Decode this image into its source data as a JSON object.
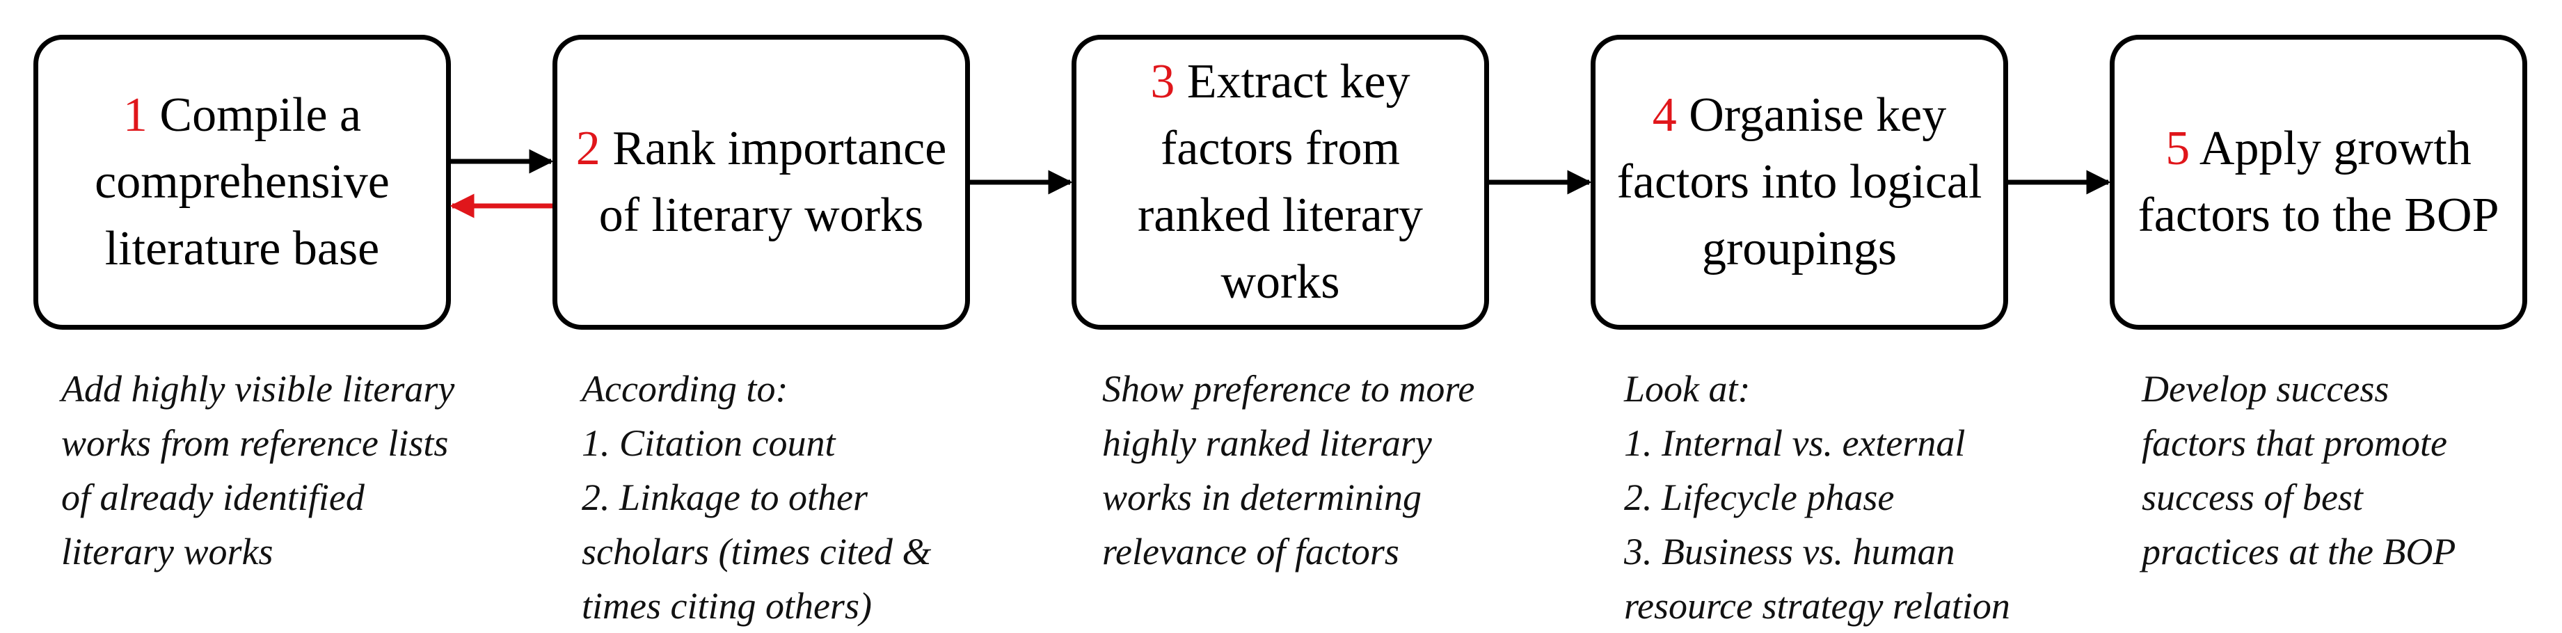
{
  "colors": {
    "step_number": "#e0161b",
    "feedback_arrow": "#e0161b",
    "border": "#000000"
  },
  "steps": [
    {
      "number": "1",
      "title": "Compile a comprehensive literature base",
      "note_lines": [
        "Add highly visible literary",
        "works from reference lists",
        "of already identified",
        "literary works"
      ]
    },
    {
      "number": "2",
      "title": "Rank importance of literary works",
      "note_lines": [
        "According to:",
        "1. Citation count",
        "2. Linkage to other",
        "scholars (times cited &",
        "times citing others)"
      ]
    },
    {
      "number": "3",
      "title": "Extract key factors from ranked literary works",
      "note_lines": [
        "Show preference to more",
        "highly ranked literary",
        "works in determining",
        "relevance of factors"
      ]
    },
    {
      "number": "4",
      "title": "Organise key factors into logical groupings",
      "note_lines": [
        "Look at:",
        "1. Internal vs. external",
        "2. Lifecycle phase",
        "3. Business vs. human",
        "resource strategy relation"
      ]
    },
    {
      "number": "5",
      "title": "Apply growth factors to the BOP",
      "note_lines": [
        "Develop success",
        "factors that promote",
        "success of best",
        "practices at the BOP"
      ]
    }
  ]
}
